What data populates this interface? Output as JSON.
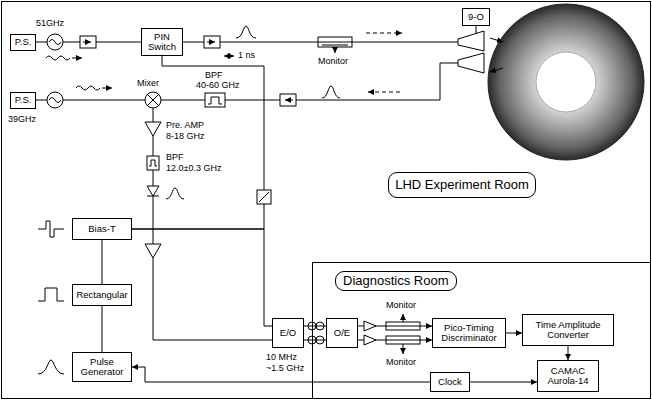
{
  "diagram": {
    "nodes": [
      {
        "text": [
          "P.S."
        ]
      },
      {
        "text": [
          "PIN Switch"
        ]
      },
      {
        "text": [
          "9-O"
        ]
      },
      {
        "text": [
          "P.S."
        ]
      },
      {
        "text": [
          "LHD Experiment Room"
        ]
      },
      {
        "text": [
          "Bias-T"
        ]
      },
      {
        "text": [
          "Rectangular"
        ]
      },
      {
        "text": [
          "Pulse Generator"
        ]
      },
      {
        "text": [
          "E/O"
        ]
      },
      {
        "text": [
          "Diagnostics Room"
        ]
      },
      {
        "text": [
          "O/E"
        ],
        "in": 9
      },
      {
        "text": [
          "Pico-Timing Discriminator"
        ],
        "in": 9
      },
      {
        "text": [
          "Time Amplitude Converter"
        ],
        "in": 9
      },
      {
        "text": [
          "Clock"
        ],
        "in": 9
      },
      {
        "text": [
          "CAMAC Aurola-14"
        ],
        "in": 9
      }
    ],
    "edges": [
      {
        "from": 7,
        "to": 6,
        "arrow": "none"
      },
      {
        "from": 6,
        "to": 5,
        "arrow": "none"
      },
      {
        "from": 5,
        "to": 1,
        "arrow": "none"
      },
      {
        "from": 5,
        "to": 8,
        "arrow": "none"
      },
      {
        "from": 8,
        "to": 10,
        "arrow": "none"
      },
      {
        "from": 8,
        "to": 10,
        "arrow": "none"
      },
      {
        "from": 10,
        "to": 11,
        "arrow": "to"
      },
      {
        "from": 10,
        "to": 11,
        "arrow": "to"
      },
      {
        "from": 11,
        "to": 12,
        "arrow": "to"
      },
      {
        "from": 12,
        "to": 14,
        "arrow": "to"
      },
      {
        "from": 13,
        "to": 14,
        "arrow": "to"
      },
      {
        "from": 13,
        "to": 7,
        "arrow": "to"
      }
    ],
    "labels": [
      "51GHz",
      "39GHz",
      "1 ns",
      "Monitor",
      "Mixer",
      "BPF",
      "40-60 GHz",
      "Pre. AMP",
      "8-18 GHz",
      "BPF",
      "12.0±0.3 GHz",
      "10 MHz",
      "~1.5 GHz",
      "Monitor",
      "Monitor"
    ]
  }
}
